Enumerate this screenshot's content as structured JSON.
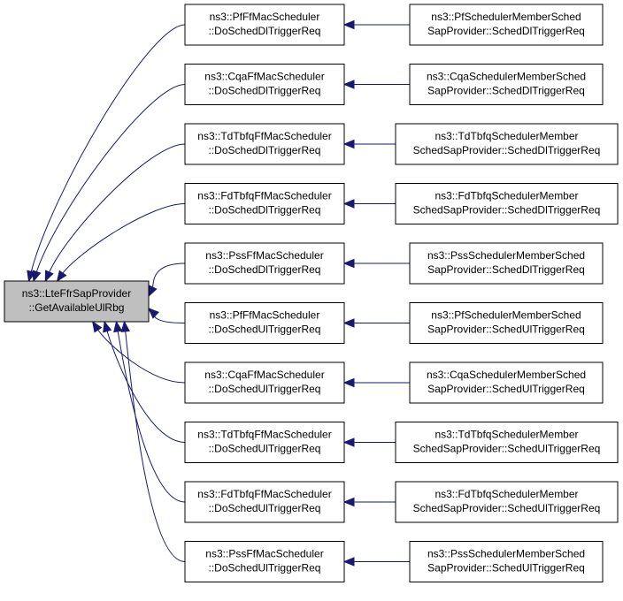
{
  "root": {
    "line1": "ns3::LteFfrSapProvider",
    "line2": "::GetAvailableUlRbg"
  },
  "callers": [
    {
      "line1": "ns3::PfFfMacScheduler",
      "line2": "::DoSchedDlTriggerReq",
      "sap1": "ns3::PfSchedulerMemberSched",
      "sap2": "SapProvider::SchedDlTriggerReq"
    },
    {
      "line1": "ns3::CqaFfMacScheduler",
      "line2": "::DoSchedDlTriggerReq",
      "sap1": "ns3::CqaSchedulerMemberSched",
      "sap2": "SapProvider::SchedDlTriggerReq"
    },
    {
      "line1": "ns3::TdTbfqFfMacScheduler",
      "line2": "::DoSchedDlTriggerReq",
      "sap1": "ns3::TdTbfqSchedulerMember",
      "sap2": "SchedSapProvider::SchedDlTriggerReq"
    },
    {
      "line1": "ns3::FdTbfqFfMacScheduler",
      "line2": "::DoSchedDlTriggerReq",
      "sap1": "ns3::FdTbfqSchedulerMember",
      "sap2": "SchedSapProvider::SchedDlTriggerReq"
    },
    {
      "line1": "ns3::PssFfMacScheduler",
      "line2": "::DoSchedDlTriggerReq",
      "sap1": "ns3::PssSchedulerMemberSched",
      "sap2": "SapProvider::SchedDlTriggerReq"
    },
    {
      "line1": "ns3::PfFfMacScheduler",
      "line2": "::DoSchedUlTriggerReq",
      "sap1": "ns3::PfSchedulerMemberSched",
      "sap2": "SapProvider::SchedUlTriggerReq"
    },
    {
      "line1": "ns3::CqaFfMacScheduler",
      "line2": "::DoSchedUlTriggerReq",
      "sap1": "ns3::CqaSchedulerMemberSched",
      "sap2": "SapProvider::SchedUlTriggerReq"
    },
    {
      "line1": "ns3::TdTbfqFfMacScheduler",
      "line2": "::DoSchedUlTriggerReq",
      "sap1": "ns3::TdTbfqSchedulerMember",
      "sap2": "SchedSapProvider::SchedUlTriggerReq"
    },
    {
      "line1": "ns3::FdTbfqFfMacScheduler",
      "line2": "::DoSchedUlTriggerReq",
      "sap1": "ns3::FdTbfqSchedulerMember",
      "sap2": "SchedSapProvider::SchedUlTriggerReq"
    },
    {
      "line1": "ns3::PssFfMacScheduler",
      "line2": "::DoSchedUlTriggerReq",
      "sap1": "ns3::PssSchedulerMemberSched",
      "sap2": "SapProvider::SchedUlTriggerReq"
    }
  ],
  "colors": {
    "edge": "#191970",
    "root_fill": "#bfbfbf",
    "node_fill": "#ffffff",
    "border": "#000000"
  }
}
